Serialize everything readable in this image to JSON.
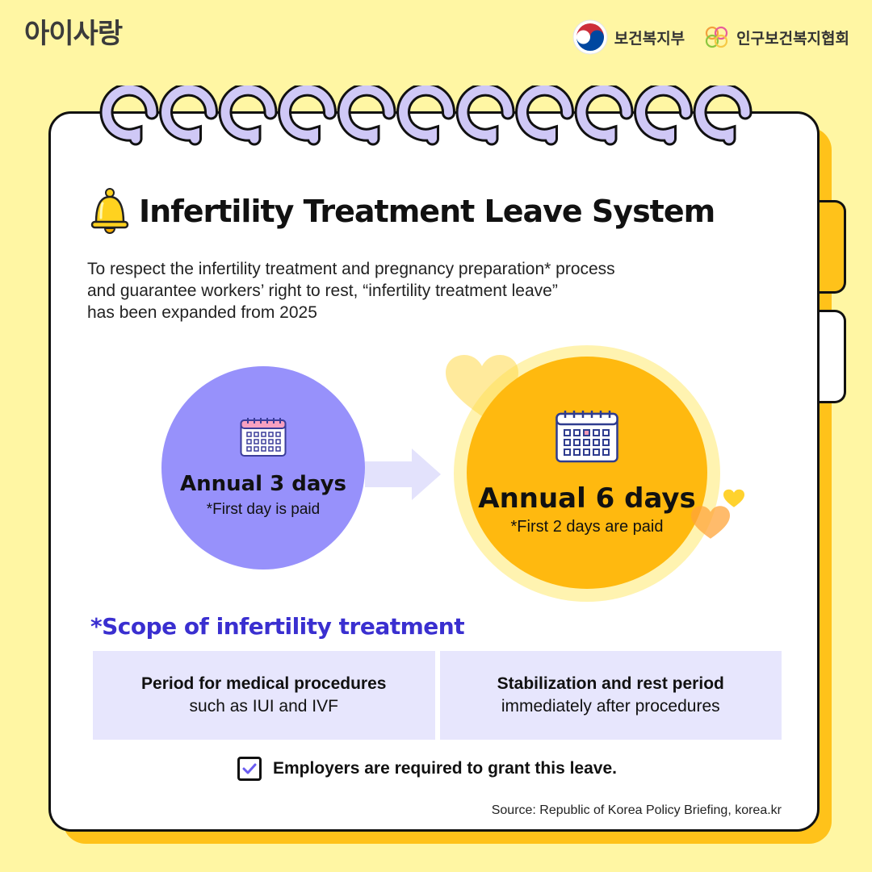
{
  "header": {
    "brand": "아이사랑",
    "partners": [
      {
        "name": "보건복지부",
        "icon": "taegeuk-emblem-icon"
      },
      {
        "name": "인구보건복지협회",
        "icon": "ppfk-logo-icon"
      }
    ]
  },
  "card": {
    "title": "Infertility Treatment Leave System",
    "title_icon": "bell-icon",
    "intro_lines": [
      "To respect the infertility treatment and pregnancy preparation* process",
      "and guarantee workers’ right to rest, “infertility treatment leave”",
      "has been expanded from 2025"
    ],
    "before": {
      "label": "Annual 3 days",
      "note": "*First day is paid",
      "icon": "calendar-icon"
    },
    "after": {
      "label": "Annual 6 days",
      "note": "*First 2 days are paid",
      "icon": "calendar-icon"
    },
    "scope": {
      "title": "*Scope of infertility treatment",
      "items": [
        {
          "strong": "Period for medical procedures",
          "rest": "such as IUI and IVF"
        },
        {
          "strong": "Stabilization and rest period",
          "rest": "immediately after procedures"
        }
      ]
    },
    "notice": "Employers are required to grant this leave.",
    "source": "Source: Republic of Korea Policy Briefing, korea.kr"
  },
  "colors": {
    "background": "#fff6a3",
    "accent_yellow": "#ffb90f",
    "accent_purple": "#9791fb",
    "scope_title": "#3a2fd0",
    "scope_box": "#e7e6fd"
  }
}
